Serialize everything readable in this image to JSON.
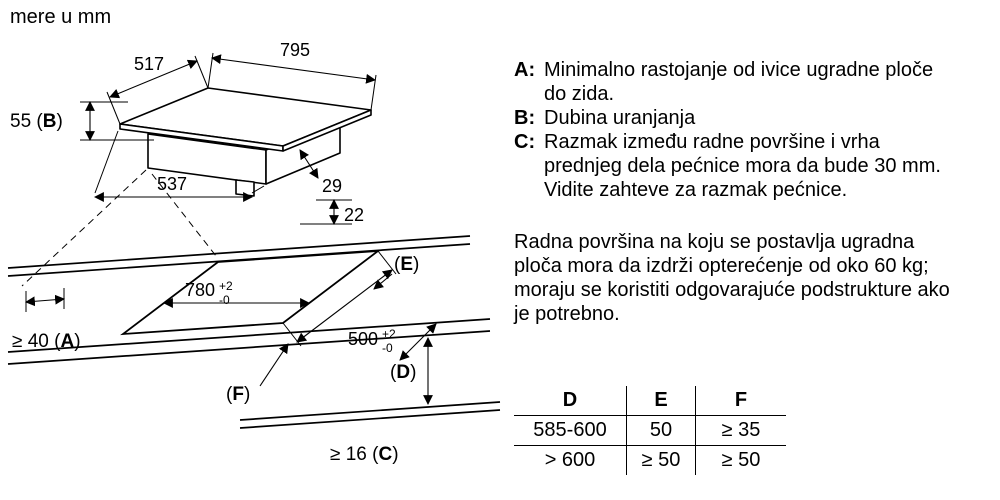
{
  "meta": {
    "units_label": "mere u mm"
  },
  "colors": {
    "ink": "#000000",
    "background": "#ffffff"
  },
  "diagram": {
    "dims": {
      "depth_top": "517",
      "width_top": "795",
      "b": {
        "pre": "55 (",
        "letter": "B",
        "post": ")"
      },
      "width_bottom": "537",
      "overhang": "29",
      "frame_height": "22",
      "cutout_width": {
        "val": "780",
        "tol_plus": "+2",
        "tol_minus": "-0"
      },
      "cutout_depth": {
        "val": "500",
        "tol_plus": "+2",
        "tol_minus": "-0"
      },
      "a": {
        "pre": "≥ 40 (",
        "letter": "A",
        "post": ")"
      },
      "c": {
        "pre": "≥ 16 (",
        "letter": "C",
        "post": ")"
      },
      "d": {
        "pre": "(",
        "letter": "D",
        "post": ")"
      },
      "e": {
        "pre": "(",
        "letter": "E",
        "post": ")"
      },
      "f": {
        "pre": "(",
        "letter": "F",
        "post": ")"
      }
    }
  },
  "legend": {
    "items": [
      {
        "term": "A:",
        "text": "Minimalno rastojanje od ivice ugradne ploče do zida."
      },
      {
        "term": "B:",
        "text": "Dubina uranjanja"
      },
      {
        "term": "C:",
        "text": "Razmak između radne površine i vrha prednjeg dela pećnice mora da bude 30 mm. Vidite zahteve za razmak pećnice."
      }
    ],
    "note": "Radna površina na koju se postavlja ugradna ploča mora da izdrži opterećenje od oko 60 kg; moraju se koristiti odgovarajuće podstrukture ako je potrebno."
  },
  "table": {
    "headers": [
      "D",
      "E",
      "F"
    ],
    "rows": [
      [
        "585-600",
        "50",
        "≥ 35"
      ],
      [
        "> 600",
        "≥ 50",
        "≥ 50"
      ]
    ]
  }
}
